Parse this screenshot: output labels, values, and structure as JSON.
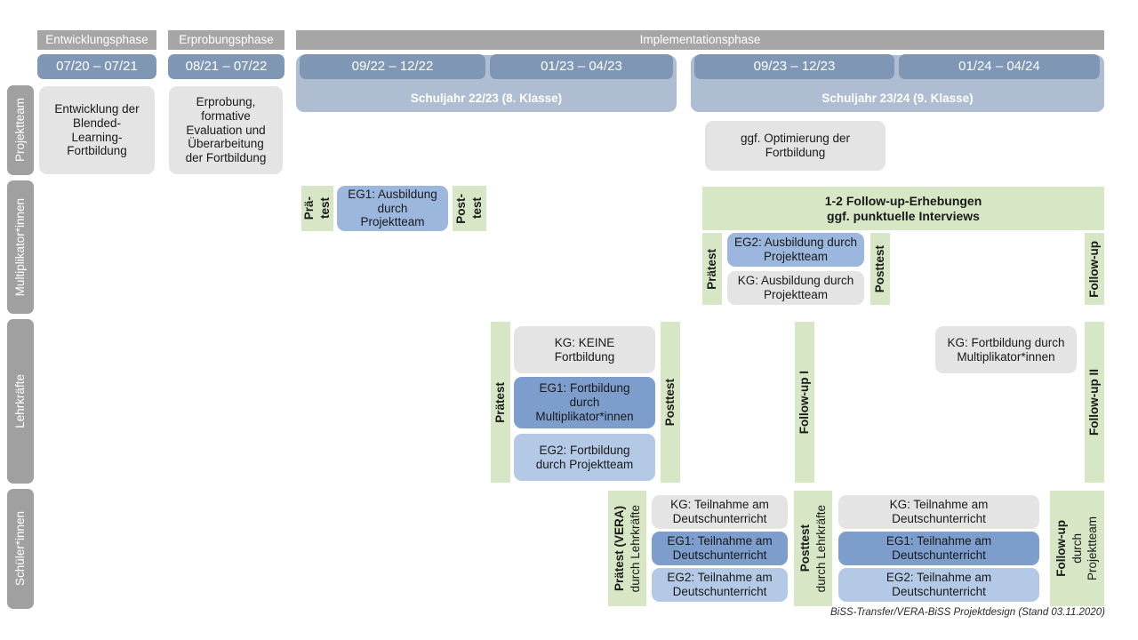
{
  "diagram": {
    "title_footer": "BiSS-Transfer/VERA-BiSS Projektdesign (Stand 03.11.2020)",
    "colors": {
      "phase_header": "#a6a6a6",
      "period": "#7f96b4",
      "schoolyear": "#aebdd2",
      "row_label": "#a0a0a0",
      "grey_box": "#e4e4e4",
      "blue_dark": "#7d9dcd",
      "blue_mid": "#9bb7de",
      "blue_light": "#b4c9e6",
      "green_band": "#d7e7c6"
    }
  },
  "phases": [
    {
      "label": "Entwicklungsphase"
    },
    {
      "label": "Erprobungsphase"
    },
    {
      "label": "Implementationsphase"
    }
  ],
  "periods": [
    {
      "label": "07/20 – 07/21"
    },
    {
      "label": "08/21 – 07/22"
    },
    {
      "label": "09/22 – 12/22"
    },
    {
      "label": "01/23 – 04/23"
    },
    {
      "label": "09/23 – 12/23"
    },
    {
      "label": "01/24 – 04/24"
    }
  ],
  "school_years": [
    {
      "label": "Schuljahr 22/23 (8. Klasse)"
    },
    {
      "label": "Schuljahr 23/24 (9. Klasse)"
    }
  ],
  "rows": [
    {
      "label": "Projektteam"
    },
    {
      "label": "Multiplikator*innen"
    },
    {
      "label": "Lehrkräfte"
    },
    {
      "label": "Schüler*innen"
    }
  ],
  "projektteam": {
    "entwicklung": "Entwicklung der\nBlended-\nLearning-\nFortbildung",
    "erprobung": "Erprobung,\nformative\nEvaluation und\nÜberarbeitung\nder Fortbildung",
    "optimierung": "ggf. Optimierung der\nFortbildung"
  },
  "multiplikator": {
    "praetest_1_line1": "Prä-",
    "praetest_1_line2": "test",
    "eg1": "EG1: Ausbildung\ndurch\nProjektteam",
    "posttest_1_line1": "Post-",
    "posttest_1_line2": "test",
    "followup_banner": "1-2 Follow-up-Erhebungen\nggf. punktuelle Interviews",
    "praetest_2": "Prätest",
    "eg2": "EG2: Ausbildung durch\nProjektteam",
    "kg": "KG: Ausbildung durch\nProjektteam",
    "posttest_2": "Posttest",
    "followup": "Follow-up"
  },
  "lehrkraefte": {
    "praetest": "Prätest",
    "kg_keine": "KG:  KEINE\nFortbildung",
    "eg1": "EG1: Fortbildung\ndurch\nMultiplikator*innen",
    "eg2": "EG2: Fortbildung\ndurch Projektteam",
    "posttest": "Posttest",
    "followup_1": "Follow-up I",
    "kg_fortbildung": "KG: Fortbildung durch\nMultiplikator*innen",
    "followup_2": "Follow-up II"
  },
  "schueler": {
    "praetest_main": "Prätest (VERA)",
    "praetest_sub": "durch Lehrkräfte",
    "kg_left": "KG: Teilnahme am\nDeutschunterricht",
    "eg1_left": "EG1: Teilnahme am\nDeutschunterricht",
    "eg2_left": "EG2: Teilnahme am\nDeutschunterricht",
    "posttest_main": "Posttest",
    "posttest_sub": "durch Lehrkräfte",
    "kg_right": "KG: Teilnahme am\nDeutschunterricht",
    "eg1_right": "EG1: Teilnahme am\nDeutschunterricht",
    "eg2_right": "EG2: Teilnahme am\nDeutschunterricht",
    "followup_main": "Follow-up",
    "followup_sub1": "durch",
    "followup_sub2": "Projektteam"
  }
}
